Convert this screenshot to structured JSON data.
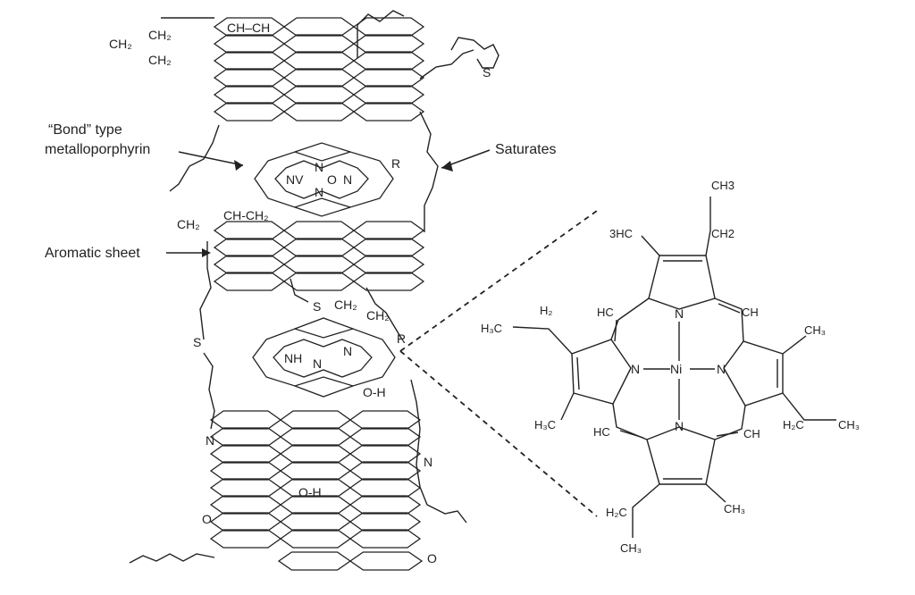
{
  "labels": {
    "bond_type_line1": "“Bond” type",
    "bond_type_line2": "metalloporphyrin",
    "saturates": "Saturates",
    "aromatic_sheet": "Aromatic sheet"
  },
  "asphaltene_atoms": {
    "ch_ch": "CH–CH",
    "ch2_a": "CH₂",
    "ch2_b": "CH₂",
    "ch2_c": "CH₂",
    "sulfur_thiolane": "S",
    "nv": "NV",
    "n1": "N",
    "o": "O",
    "n2": "N",
    "n3": "N",
    "r1": "R",
    "ch2_d": "CH₂",
    "ch_ch2": "CH-CH₂",
    "s_ch2": "S",
    "ch2_e": "CH₂",
    "ch2_f": "CH₂",
    "s_link": "S",
    "nh": "NH",
    "n4": "N",
    "n5": "N",
    "r2": "R",
    "oh1": "O-H",
    "n_ring": "N",
    "n_ring2": "N",
    "oh2": "O-H",
    "keto1": "O",
    "keto2": "O"
  },
  "porphyrin_atoms": {
    "ch3_top": "CH3",
    "hc3": "3HC",
    "ch2_top": "CH2",
    "hc_l": "HC",
    "ch_r": "CH",
    "h3c_l": "H₃C",
    "h2_l": "H₂",
    "ch3_r": "CH₃",
    "n_left": "N",
    "ni": "Ni",
    "n_right": "N",
    "n_top": "N",
    "n_bot": "N",
    "h3c_bl": "H₃C",
    "h2c_r": "H₂C",
    "ch3_r2": "CH₃",
    "hc_bl": "HC",
    "ch_br": "CH",
    "h2c_b": "H₂C",
    "ch3_b": "CH₃",
    "ch3_bot": "CH₃"
  }
}
